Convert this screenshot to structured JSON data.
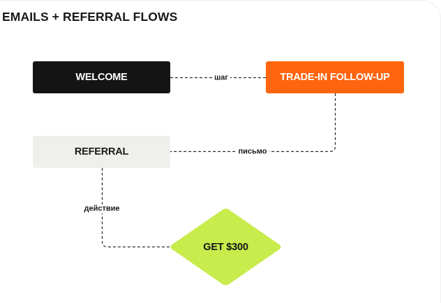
{
  "title": "EMAILS + REFERRAL FLOWS",
  "colors": {
    "welcome_bg": "#141414",
    "welcome_text": "#ffffff",
    "tradein_bg": "#FF650F",
    "tradein_text": "#ffffff",
    "referral_bg": "#EFEFEB",
    "referral_text": "#1a1a1a",
    "reward_bg": "#C8EC4B",
    "reward_text": "#141414",
    "edge": "#2a2a2a"
  },
  "nodes": {
    "welcome": {
      "label": "WELCOME",
      "shape": "rectangle"
    },
    "tradein": {
      "label": "TRADE-IN FOLLOW-UP",
      "shape": "rectangle"
    },
    "referral": {
      "label": "REFERRAL",
      "shape": "rectangle"
    },
    "reward": {
      "label": "GET $300",
      "shape": "diamond"
    }
  },
  "edges": [
    {
      "from": "welcome",
      "to": "tradein",
      "label": "шаг",
      "style": "dashed"
    },
    {
      "from": "tradein",
      "to": "referral",
      "label": "письмо",
      "style": "dashed"
    },
    {
      "from": "referral",
      "to": "reward",
      "label": "действие",
      "style": "dashed"
    }
  ]
}
